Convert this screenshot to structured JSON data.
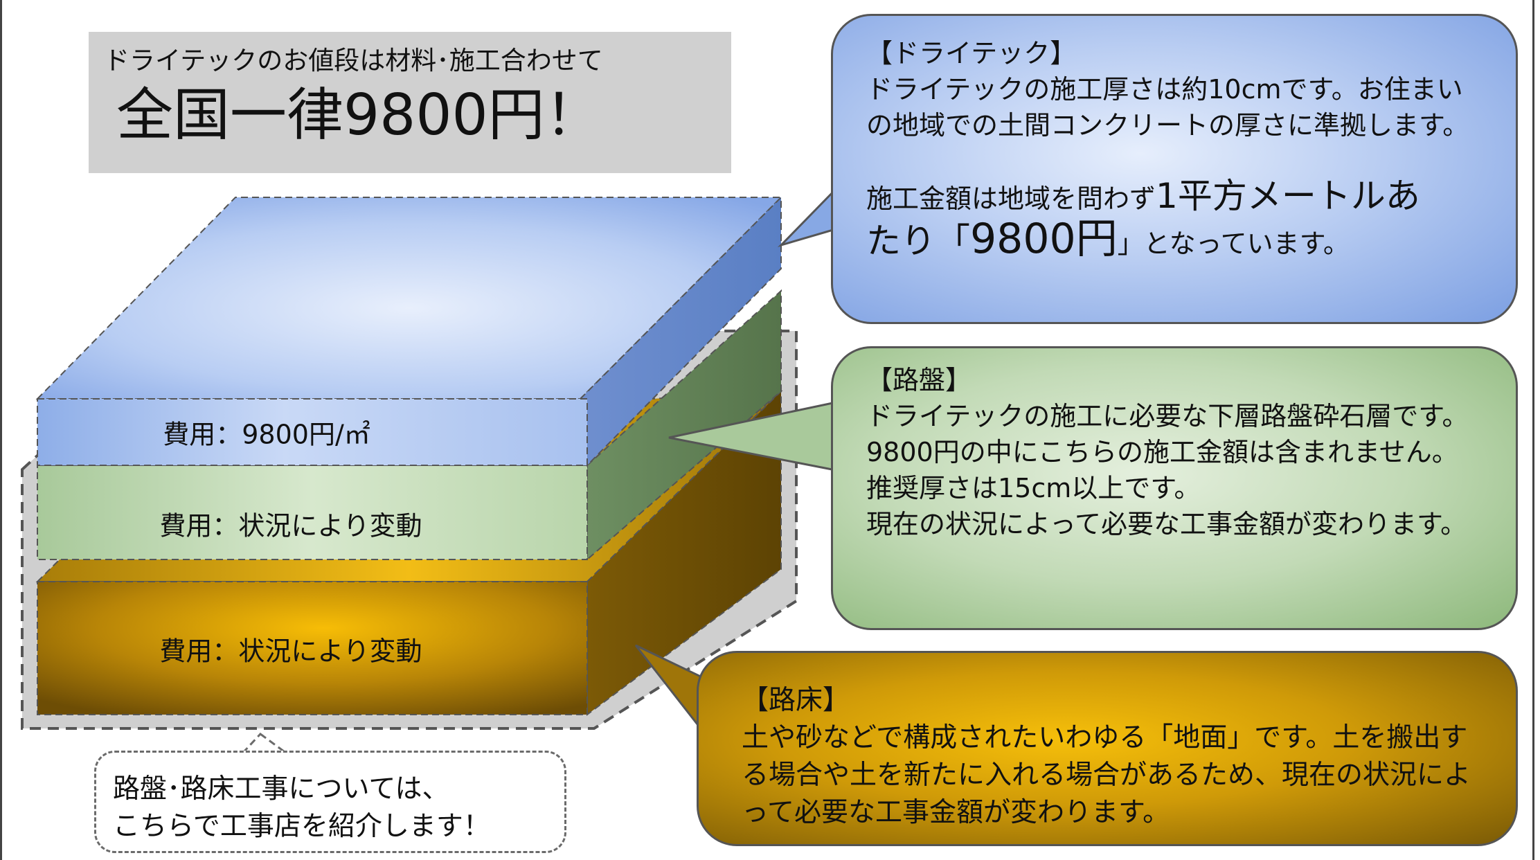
{
  "header": {
    "subtitle": "ドライテックのお値段は材料･施工合わせて",
    "title": "全国一律9800円！"
  },
  "layers": [
    {
      "cost_label": "費用：9800円/㎡",
      "color": "#a9c2f0"
    },
    {
      "cost_label": "費用：状況により変動",
      "color": "#c5ddb7"
    },
    {
      "cost_label": "費用：状況により変動",
      "color": "#c99a10"
    }
  ],
  "callouts": {
    "drytec": {
      "heading": "【ドライテック】",
      "body": "ドライテックの施工厚さは約10cmです。お住まいの地域での土間コンクリートの厚さに準拠します。",
      "price_prefix": "施工金額は地域を問わず",
      "price_unit": "1平方メートルあ",
      "price_lead": "たり「",
      "price_value": "9800円",
      "price_suffix": "」となっています。"
    },
    "roban": {
      "heading": "【路盤】",
      "body": "ドライテックの施工に必要な下層路盤砕石層です。9800円の中にこちらの施工金額は含まれません。\n推奨厚さは15cm以上です。\n現在の状況によって必要な工事金額が変わります。"
    },
    "rosho": {
      "heading": "【路床】",
      "body": "土や砂などで構成されたいわゆる「地面」です。土を搬出する場合や土を新たに入れる場合があるため、現在の状況によって必要な工事金額が変わります。"
    }
  },
  "note": {
    "text": "路盤･路床工事については、\nこちらで工事店を紹介します！"
  }
}
